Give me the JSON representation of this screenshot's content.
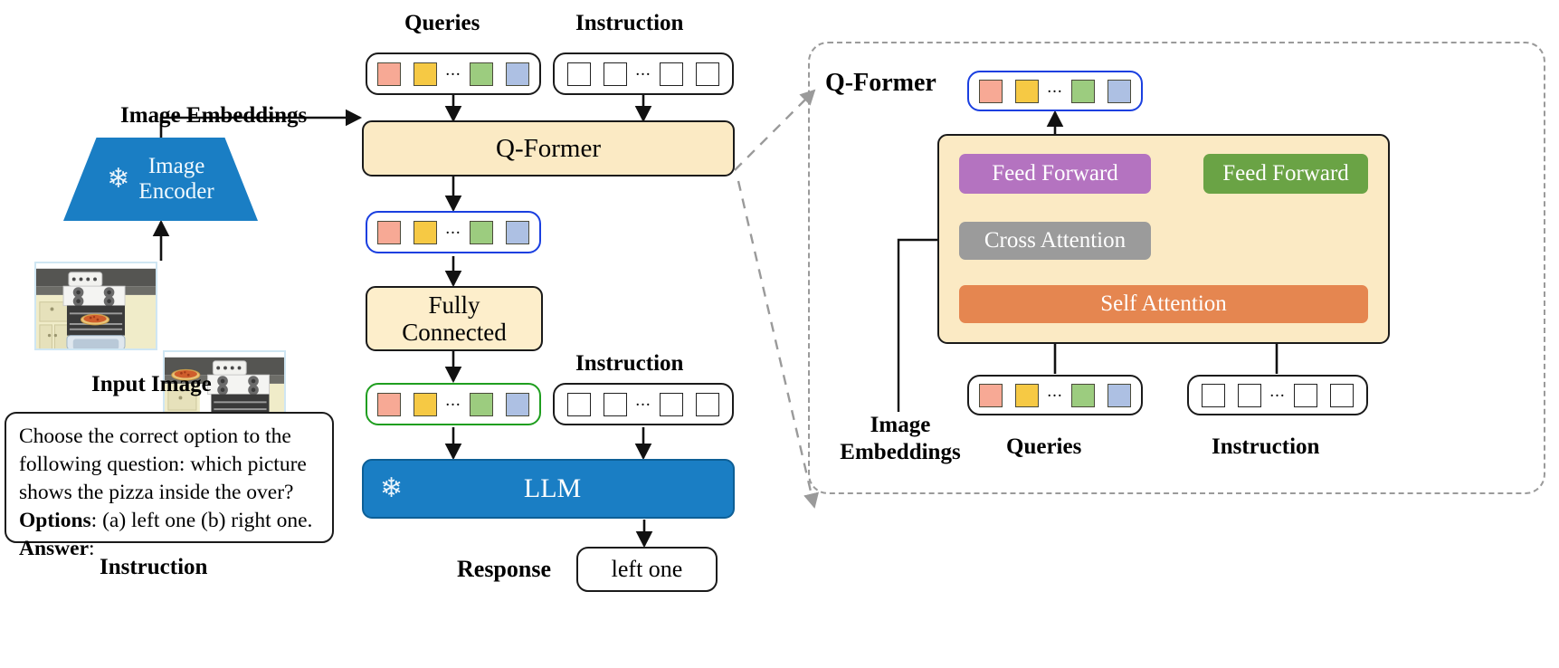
{
  "diagram": {
    "title_left_col": "Image Embeddings",
    "left": {
      "image_encoder_label_line1": "Image",
      "image_encoder_label_line2": "Encoder",
      "frozen_icon": "snowflake-icon",
      "input_image_caption": "Input Image",
      "instruction_caption": "Instruction",
      "instruction_text_lines": [
        "Choose the correct option to the",
        "following question: which picture",
        "shows the pizza inside the over?"
      ],
      "options_label": "Options",
      "options_text": ": (a) left one (b) right one.",
      "answer_label": "Answer",
      "answer_text": ":"
    },
    "middle": {
      "queries_caption": "Queries",
      "instruction_caption_top": "Instruction",
      "qformer_label": "Q-Former",
      "fully_connected_label_line1": "Fully",
      "fully_connected_label_line2": "Connected",
      "instruction_caption_bottom": "Instruction",
      "llm_label": "LLM",
      "response_caption": "Response",
      "response_value": "left one"
    },
    "right": {
      "panel_title": "Q-Former",
      "feed_forward_query": "Feed Forward",
      "feed_forward_text": "Feed Forward",
      "cross_attention": "Cross Attention",
      "self_attention": "Self Attention",
      "image_embeddings_caption_line1": "Image",
      "image_embeddings_caption_line2": "Embeddings",
      "queries_caption": "Queries",
      "instruction_caption": "Instruction"
    },
    "tokens": {
      "query_colors": [
        "#f7a995",
        "#f6c944",
        "#9ccc7f",
        "#adc0e3"
      ],
      "ellipsis": "...",
      "instruction_token_count": 4
    },
    "colors": {
      "qformer_fill": "#fbeac4",
      "encoder_blue": "#1a7ec4",
      "llm_blue": "#1a7ec4",
      "feed_forward_query": "#b playlist",
      "ff_query_purple": "#b473c0",
      "ff_text_green": "#6aa345",
      "cross_attention_gray": "#9b9b9b",
      "self_attention_orange": "#e58650",
      "highlight_blue_border": "#1a3fe0",
      "highlight_green_border": "#1f9e1f",
      "dashed_gray": "#9a9a9a"
    }
  }
}
